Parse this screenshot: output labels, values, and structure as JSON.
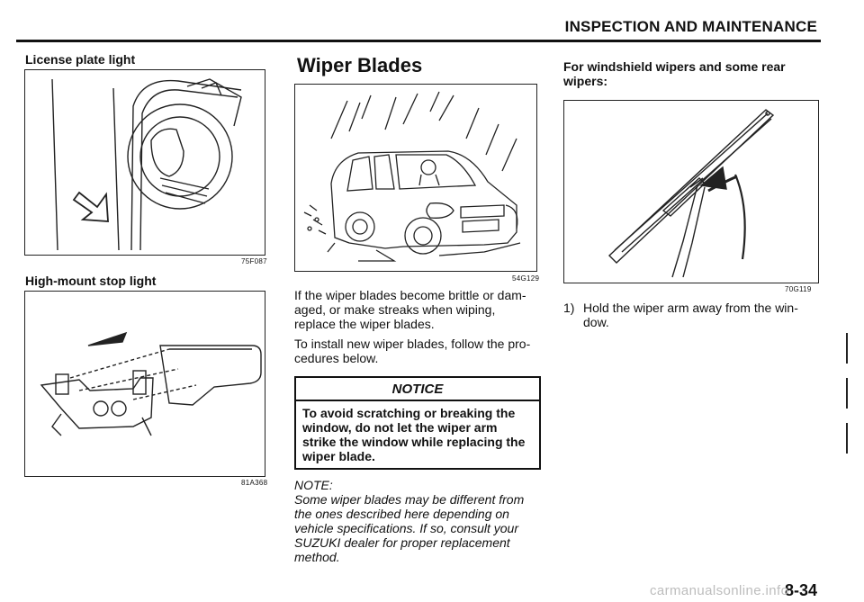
{
  "header": {
    "section_title": "INSPECTION AND MAINTENANCE"
  },
  "left": {
    "license_heading": "License plate light",
    "license_fig_code": "75F087",
    "stop_heading": "High-mount stop light",
    "stop_fig_code": "81A368"
  },
  "middle": {
    "heading": "Wiper Blades",
    "fig_code": "54G129",
    "para1": "If the wiper blades become brittle or dam-aged, or make streaks when wiping, replace the wiper blades.",
    "para2": "To install new wiper blades, follow the pro-cedures below.",
    "notice": {
      "title": "NOTICE",
      "body": "To avoid scratching or breaking the window, do not let the wiper arm strike the window while replacing the wiper blade."
    },
    "note_label": "NOTE:",
    "note_body": "Some wiper blades may be different from the ones described here depending on vehicle specifications. If so, consult your SUZUKI dealer for proper replacement method."
  },
  "right": {
    "heading": "For windshield wipers and some rear wipers:",
    "fig_code": "70G119",
    "step1_number": "1)",
    "step1_text": "Hold the wiper arm away from the win-dow."
  },
  "footer": {
    "page_number": "8-34",
    "site": "carmanualsonline.info"
  }
}
